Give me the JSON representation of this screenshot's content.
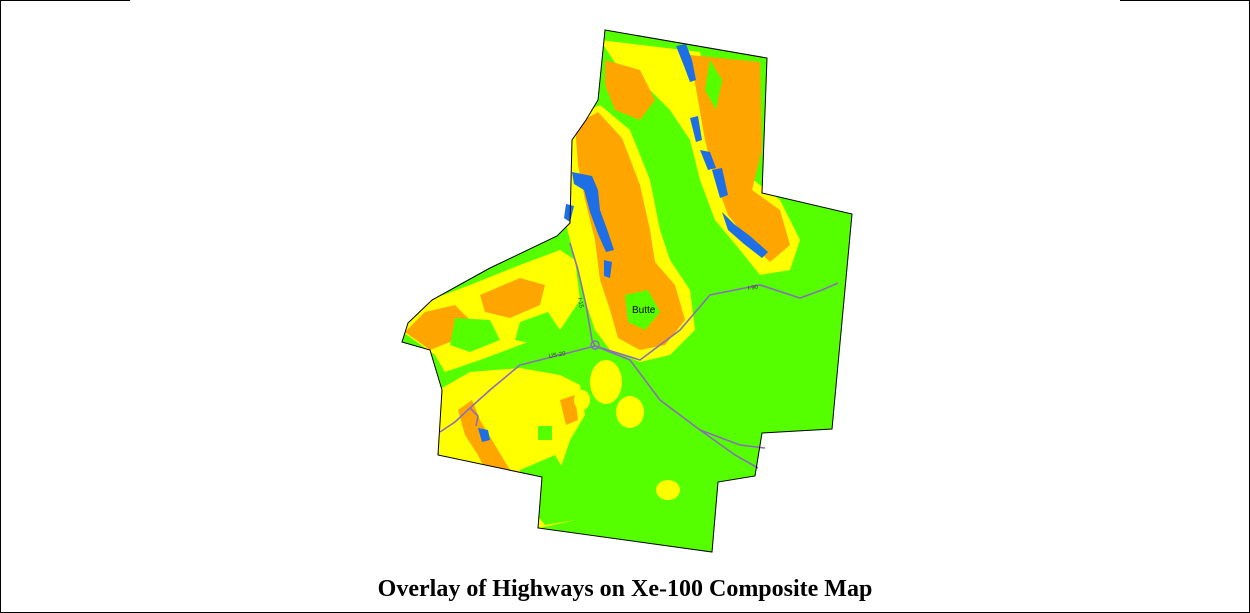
{
  "title": "Overlay of Highways on Xe-100 Composite Map",
  "city_label": "Butte",
  "highway_labels": {
    "us20": "US-20",
    "i15": "I-15",
    "i90": "I-90"
  },
  "colors": {
    "high_suitability": "#55ff00",
    "moderate_suitability": "#ffff00",
    "low_suitability": "#ffa500",
    "water": "#1e6ee6",
    "highway": "#8a6fb8",
    "boundary": "#000000"
  }
}
